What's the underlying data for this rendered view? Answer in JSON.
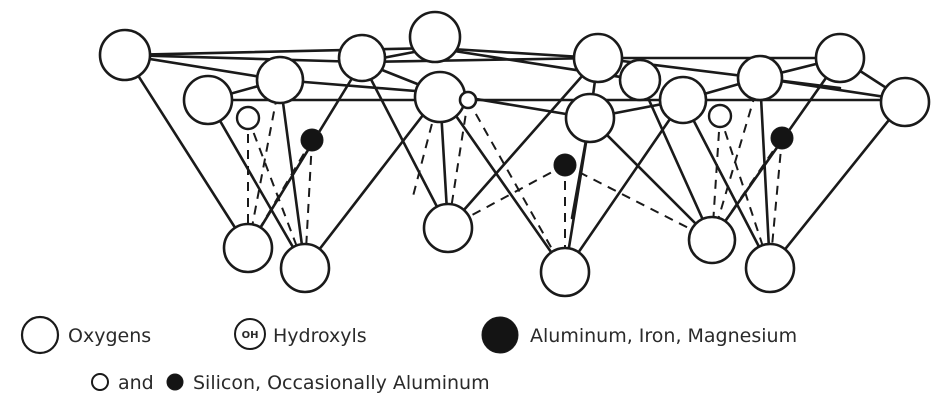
{
  "legend": {
    "oxygens": "Oxygens",
    "hydroxyl_symbol": "OH",
    "hydroxyls": "Hydroxyls",
    "octahedral_cations": "Aluminum, Iron, Magnesium",
    "and_word": "and",
    "tetrahedral_cations": "Silicon, Occasionally Aluminum"
  },
  "colors": {
    "outline": "#1a1a1a",
    "atom_fill": "#ffffff",
    "cation_fill": "#141414",
    "text": "#2a2a2a"
  }
}
